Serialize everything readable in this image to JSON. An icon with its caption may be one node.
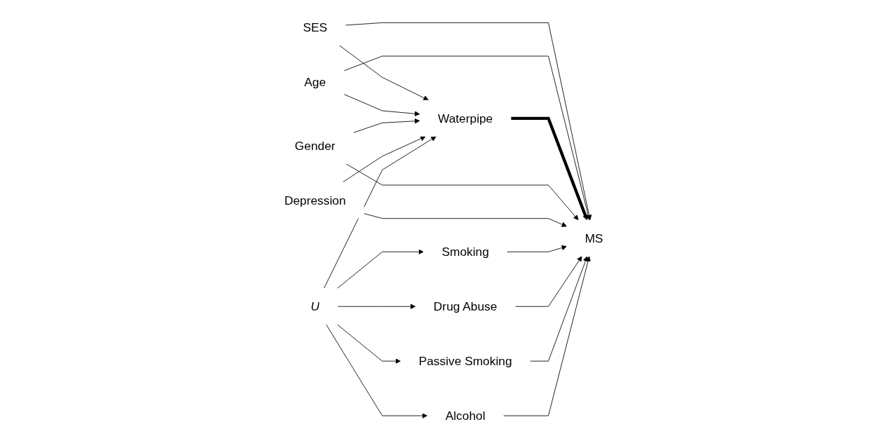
{
  "diagram": {
    "nodes": [
      {
        "text": [
          "SES"
        ]
      },
      {
        "text": [
          "Age"
        ]
      },
      {
        "text": [
          "Waterpipe"
        ]
      },
      {
        "text": [
          "MS"
        ]
      },
      {
        "text": [
          "Gender"
        ]
      },
      {
        "text": [
          "Depression"
        ]
      },
      {
        "text": [
          "Smoking"
        ]
      },
      {
        "text": [
          "U"
        ]
      },
      {
        "text": [
          "Drug Abuse"
        ]
      },
      {
        "text": [
          "Passive Smoking"
        ]
      },
      {
        "text": [
          "Alcohol"
        ]
      }
    ],
    "edges": [
      {
        "from": 0,
        "to": 2,
        "arrow": "to"
      },
      {
        "from": 0,
        "to": 3,
        "arrow": "to"
      },
      {
        "from": 1,
        "to": 2,
        "arrow": "to"
      },
      {
        "from": 1,
        "to": 3,
        "arrow": "to"
      },
      {
        "from": 2,
        "to": 3,
        "arrow": "to",
        "style": "thick"
      },
      {
        "from": 4,
        "to": 2,
        "arrow": "to"
      },
      {
        "from": 4,
        "to": 3,
        "arrow": "to"
      },
      {
        "from": 5,
        "to": 2,
        "arrow": "to"
      },
      {
        "from": 5,
        "to": 3,
        "arrow": "to"
      },
      {
        "from": 6,
        "to": 3,
        "arrow": "to"
      },
      {
        "from": 7,
        "to": 2,
        "arrow": "to"
      },
      {
        "from": 7,
        "to": 6,
        "arrow": "to"
      },
      {
        "from": 7,
        "to": 8,
        "arrow": "to"
      },
      {
        "from": 7,
        "to": 9,
        "arrow": "to"
      },
      {
        "from": 7,
        "to": 10,
        "arrow": "to"
      },
      {
        "from": 8,
        "to": 3,
        "arrow": "to"
      },
      {
        "from": 9,
        "to": 3,
        "arrow": "to"
      },
      {
        "from": 10,
        "to": 3,
        "arrow": "to"
      }
    ]
  }
}
